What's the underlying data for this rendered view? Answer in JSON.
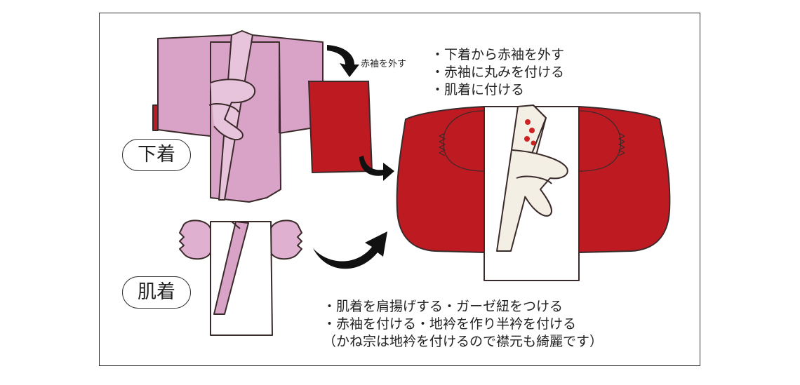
{
  "labels": {
    "remove_sleeve": "赤袖を外す",
    "shitagi": "下着",
    "hadagi": "肌着"
  },
  "steps_top": [
    "・下着から赤袖を外す",
    "・赤袖に丸みを付ける",
    "・肌着に付ける"
  ],
  "steps_bottom": [
    "・肌着を肩揚げする・ガーゼ紐をつける",
    "・赤袖を付ける・地衿を作り半衿を付ける",
    "（かね宗は地衿を付けるので襟元も綺麗です）"
  ],
  "colors": {
    "pink": "#d9a3c7",
    "red": "#bd1a22",
    "outline": "#3a2a2a"
  }
}
